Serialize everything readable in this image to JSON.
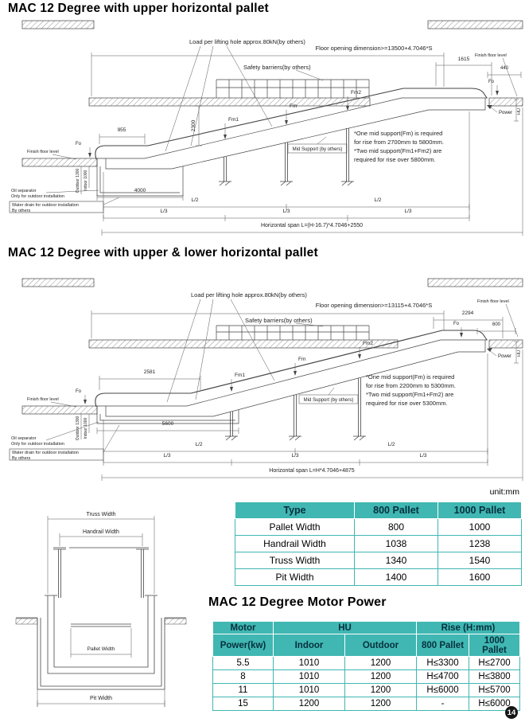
{
  "page": {
    "number": "14",
    "unit_label": "unit:mm"
  },
  "common": {
    "load_label": "Load per lifting hole approx.80kN(by others)",
    "safety_barriers": "Safety barriers(by others)",
    "finish_floor_level": "Finish floor level",
    "mid_support": "Mid Support (by others)",
    "oil_separator_line1": "Oil separator",
    "oil_separator_line2": "Only for outdoor installation",
    "water_drain_line1": "Water drain for outdoor installation",
    "water_drain_line2": "By others",
    "power": "Power",
    "fo": "Fo",
    "fm1": "Fm1",
    "fm": "Fm",
    "fm2": "Fm2",
    "l2": "L/2",
    "l3": "L/3",
    "hu": "HU",
    "pit_depth_outdoor": "Outdoor 1300",
    "pit_depth_indoor": "Indoor 1000"
  },
  "diagram1": {
    "title": "MAC 12 Degree with upper horizontal pallet",
    "floor_opening": "Floor opening dimension>=13500+4.7046*S",
    "note_lines": [
      "*One mid support(Fm) is required",
      "for rise from 2700mm to 5800mm.",
      "*Two mid support(Fm1+Fm2) are",
      "required for rise over 5800mm."
    ],
    "horizontal_span": "Horizontal span L=(H-16.7)*4.7046+2550",
    "dims": {
      "top_landing": "1615",
      "newel": "440",
      "headroom": "2300",
      "lower_landing": "955",
      "pit_length": "4000"
    }
  },
  "diagram2": {
    "title": "MAC 12 Degree with upper & lower horizontal pallet",
    "floor_opening": "Floor opening dimension>=13115+4.7046*S",
    "note_lines": [
      "*One mid support(Fm) is required",
      "for rise from 2200mm to 5300mm.",
      "*Two mid support(Fm1+Fm2) are",
      "required for rise over 5300mm."
    ],
    "horizontal_span": "Horizontal span L=H*4.7046+4875",
    "dims": {
      "top_landing": "2294",
      "newel": "600",
      "lower_landing": "2581",
      "pit_length": "5600"
    }
  },
  "cross_section": {
    "truss_width": "Truss Width",
    "handrail_width": "Handrail Width",
    "pallet_width": "Pallet Width",
    "pit_width": "Pit Width"
  },
  "dimension_table": {
    "headers": [
      "Type",
      "800 Pallet",
      "1000 Pallet"
    ],
    "rows": [
      [
        "Pallet Width",
        "800",
        "1000"
      ],
      [
        "Handrail Width",
        "1038",
        "1238"
      ],
      [
        "Truss Width",
        "1340",
        "1540"
      ],
      [
        "Pit Width",
        "1400",
        "1600"
      ]
    ]
  },
  "motor_power": {
    "title": "MAC 12 Degree Motor Power",
    "header_row1": [
      "Motor",
      "HU",
      "Rise (H:mm)"
    ],
    "header_row2": [
      "Power(kw)",
      "Indoor",
      "Outdoor",
      "800 Pallet",
      "1000 Pallet"
    ],
    "rows": [
      [
        "5.5",
        "1010",
        "1200",
        "H≤3300",
        "H≤2700"
      ],
      [
        "8",
        "1010",
        "1200",
        "H≤4700",
        "H≤3800"
      ],
      [
        "11",
        "1010",
        "1200",
        "H≤6000",
        "H≤5700"
      ],
      [
        "15",
        "1200",
        "1200",
        "-",
        "H≤6000"
      ]
    ]
  }
}
